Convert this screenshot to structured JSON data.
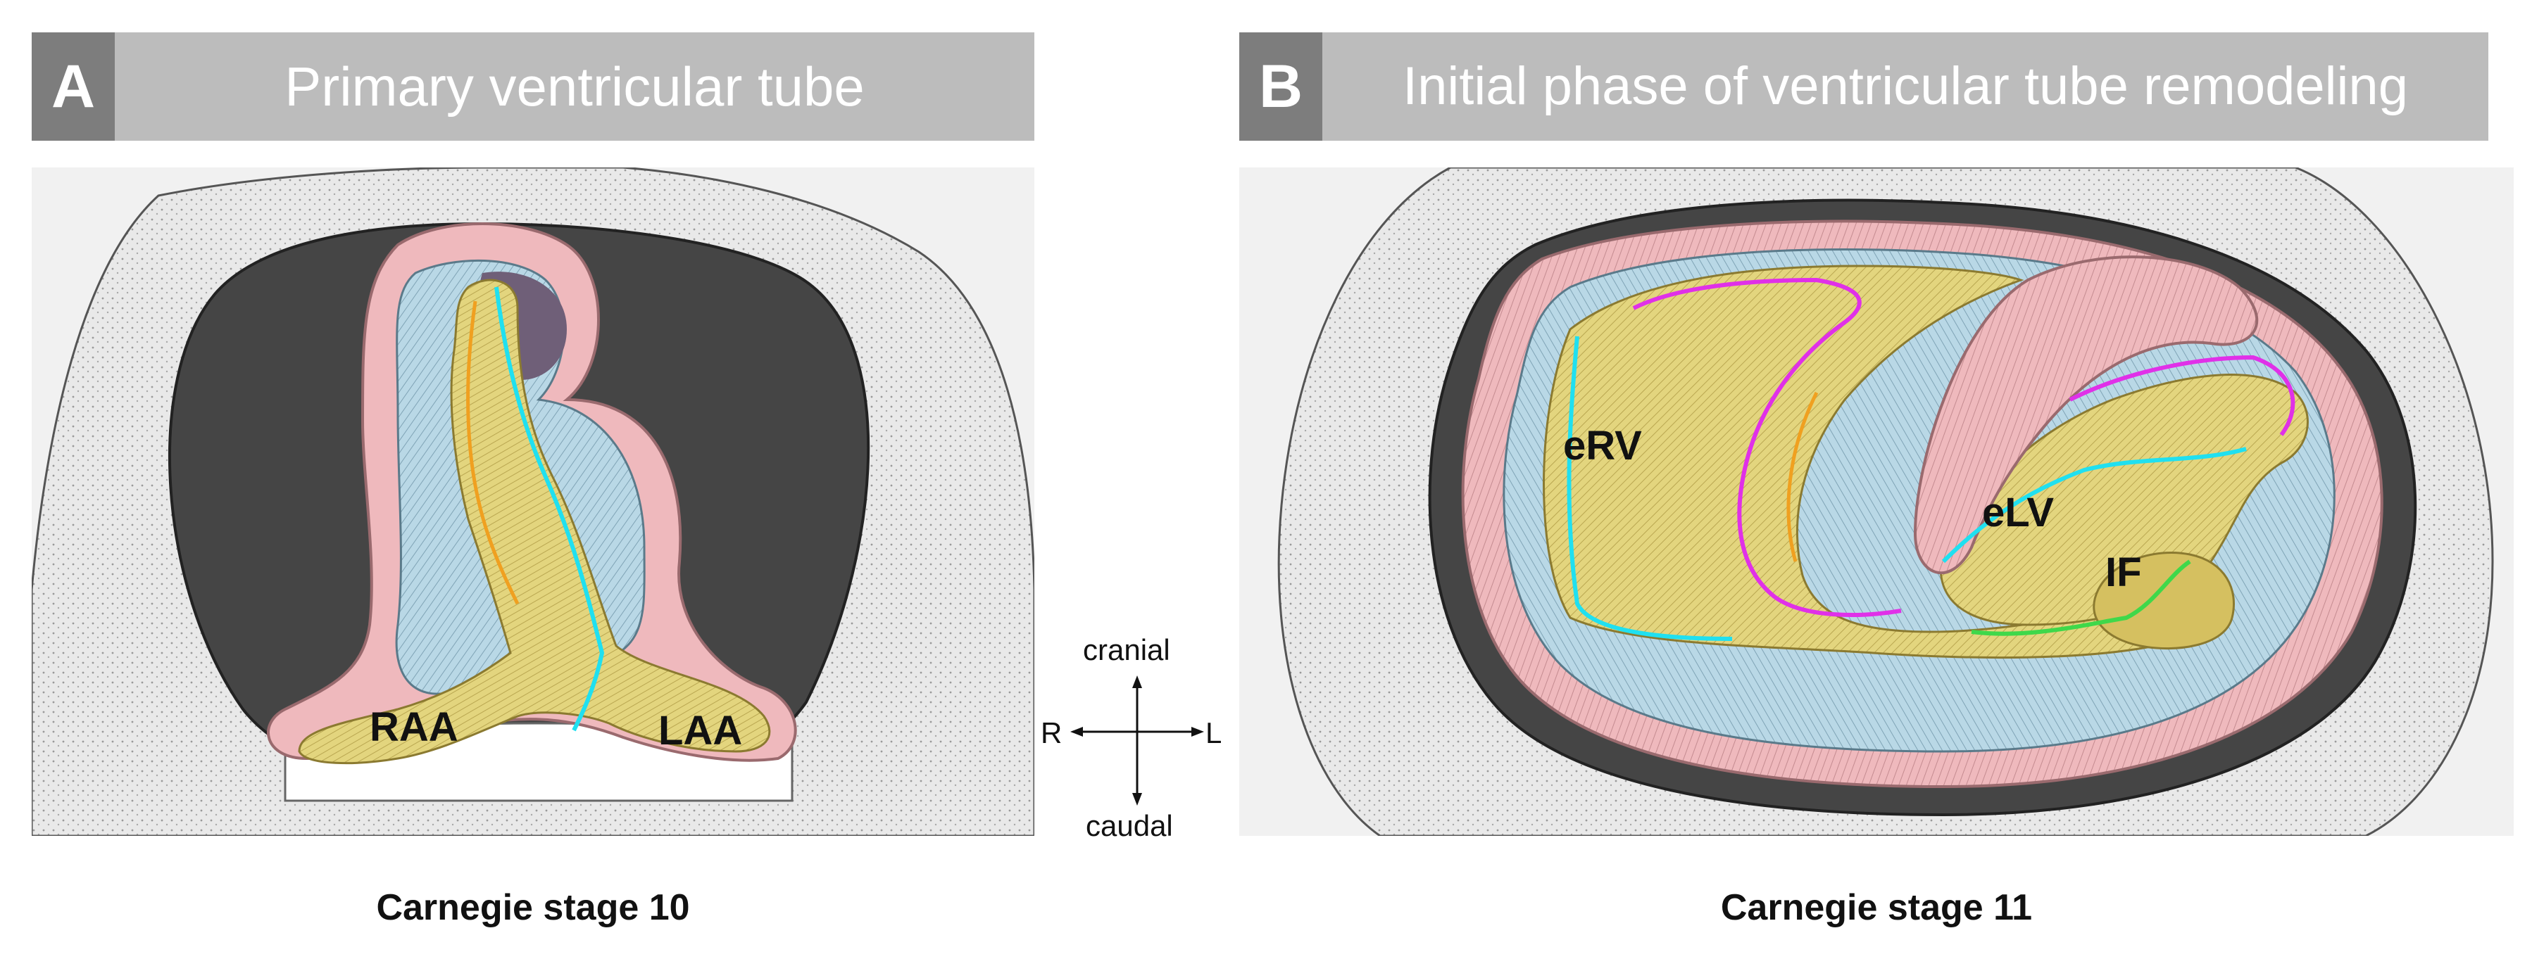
{
  "panels": [
    {
      "letter": "A",
      "title": "Primary ventricular tube",
      "caption": "Carnegie stage 10",
      "labels": {
        "raa": "RAA",
        "laa": "LAA"
      }
    },
    {
      "letter": "B",
      "title": "Initial phase of ventricular tube remodeling",
      "caption": "Carnegie stage 11",
      "labels": {
        "erv": "eRV",
        "elv": "eLV",
        "if": "IF"
      }
    }
  ],
  "orientation": {
    "up": "cranial",
    "down": "caudal",
    "left": "R",
    "right": "L"
  },
  "colors": {
    "header_bar": "#bcbcbc",
    "header_letter_box": "#7d7d7d",
    "header_text": "#ffffff",
    "pericardium": "#454545",
    "myocardium": "#efb9bd",
    "cardiac_jelly": "#b9d8e6",
    "endocardium": "#e3d57e",
    "trabeculation": "#d5c060",
    "dorsal_wall": "#6f5f78",
    "outline_cyan": "#20e0f0",
    "outline_magenta": "#e030e8",
    "outline_green": "#3fd84a",
    "outline_orange": "#f0a020"
  }
}
